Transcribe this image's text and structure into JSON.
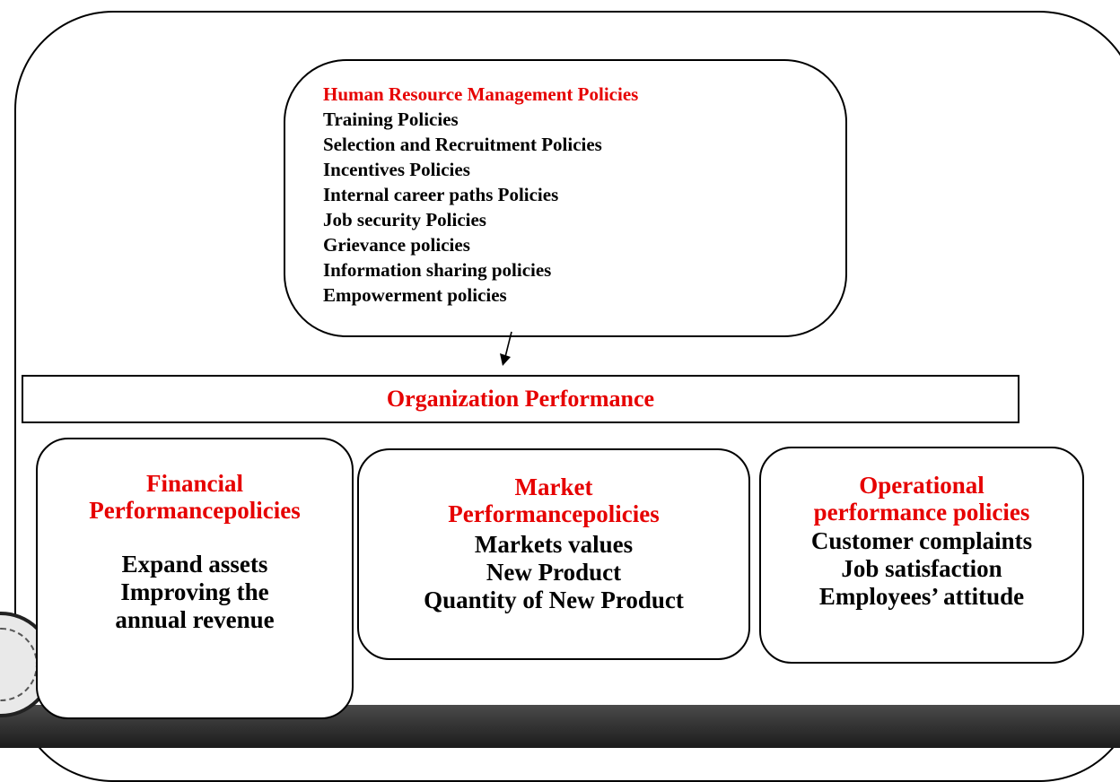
{
  "hrm": {
    "title": "Human Resource Management Policies",
    "items": [
      "Training Policies",
      "Selection and Recruitment Policies",
      "Incentives Policies",
      "Internal career paths Policies",
      "Job security Policies",
      "Grievance policies",
      "Information sharing policies",
      "Empowerment policies"
    ]
  },
  "organization": {
    "title": "Organization Performance"
  },
  "cards": {
    "financial": {
      "head": [
        "Financial",
        "Performancepolicies"
      ],
      "items": [
        "Expand assets",
        "Improving the",
        "annual revenue"
      ]
    },
    "market": {
      "head": [
        "Market",
        "Performancepolicies"
      ],
      "items": [
        "Markets values",
        "New Product",
        "Quantity of New Product"
      ]
    },
    "operational": {
      "head": [
        "Operational",
        "performance policies"
      ],
      "items": [
        "Customer complaints",
        "Job satisfaction",
        "Employees’ attitude"
      ]
    }
  },
  "colors": {
    "heading": "#e60000",
    "text": "#000000",
    "border": "#000000",
    "bottom_bar": "#2a2a2a"
  },
  "icons": {
    "seal": "institution-seal-icon",
    "arrow": "arrow-down-icon"
  }
}
